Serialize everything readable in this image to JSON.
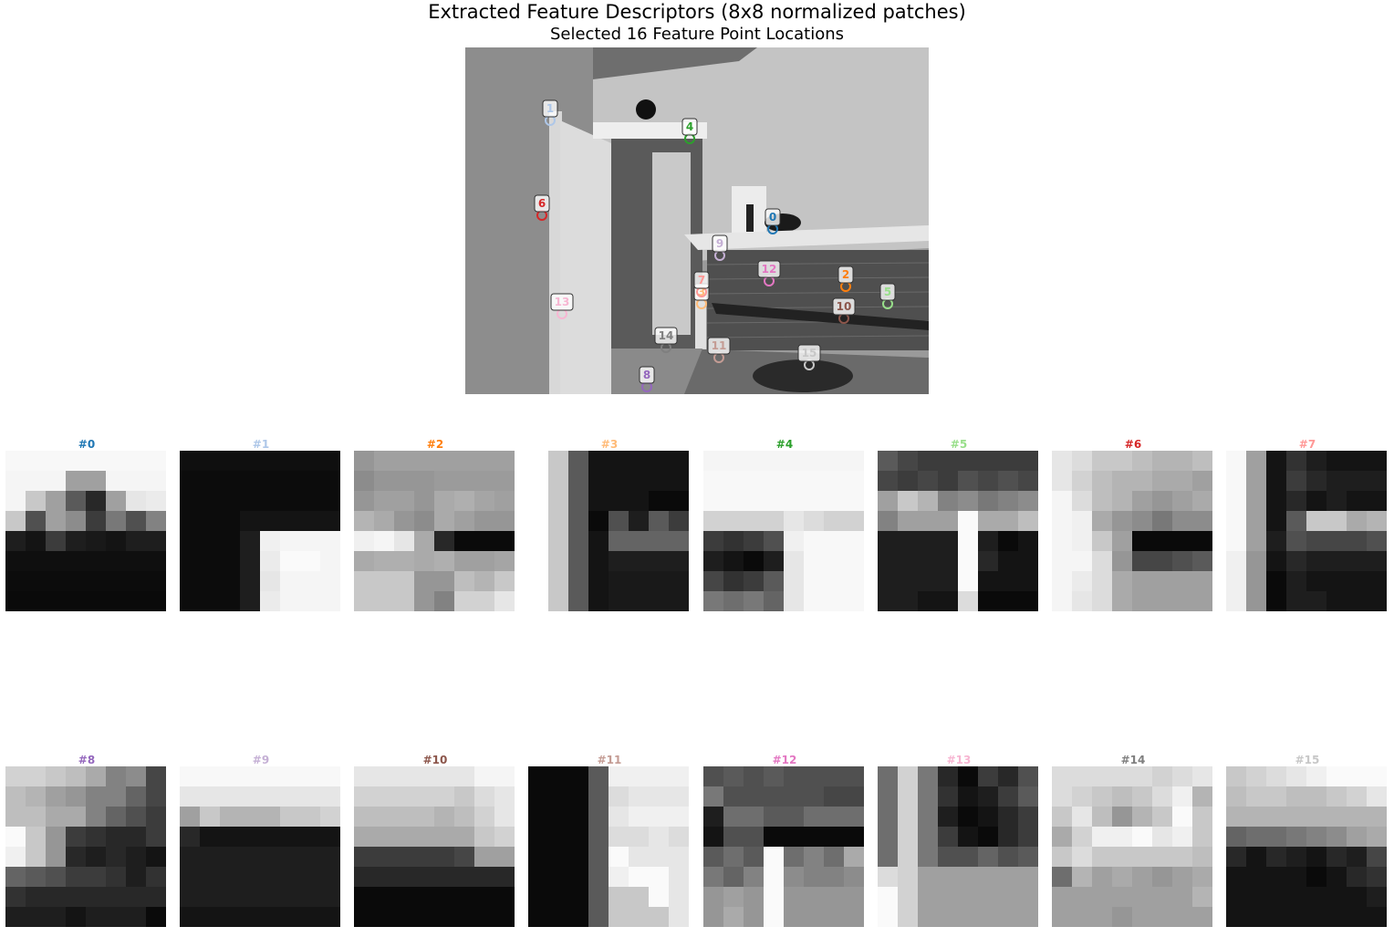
{
  "title": "Extracted Feature Descriptors (8x8 normalized patches)",
  "subtitle": "Selected 16 Feature Point Locations",
  "keypoints": [
    {
      "id": "0",
      "color": "#1f77b4"
    },
    {
      "id": "1",
      "color": "#aec7e8"
    },
    {
      "id": "2",
      "color": "#ff7f0e"
    },
    {
      "id": "3",
      "color": "#ffbb78"
    },
    {
      "id": "4",
      "color": "#2ca02c"
    },
    {
      "id": "5",
      "color": "#98df8a"
    },
    {
      "id": "6",
      "color": "#d62728"
    },
    {
      "id": "7",
      "color": "#ff9896"
    },
    {
      "id": "8",
      "color": "#9467bd"
    },
    {
      "id": "9",
      "color": "#c5b0d5"
    },
    {
      "id": "10",
      "color": "#8c564b"
    },
    {
      "id": "11",
      "color": "#c49c94"
    },
    {
      "id": "12",
      "color": "#e377c2"
    },
    {
      "id": "13",
      "color": "#f7b6d2"
    },
    {
      "id": "14",
      "color": "#7f7f7f"
    },
    {
      "id": "15",
      "color": "#c7c7c7"
    }
  ],
  "patches": [
    {
      "label": "#0",
      "color": "#1f77b4",
      "values": [
        [
          248,
          248,
          248,
          248,
          248,
          248,
          248,
          248
        ],
        [
          245,
          245,
          245,
          160,
          160,
          245,
          245,
          245
        ],
        [
          245,
          200,
          160,
          90,
          40,
          160,
          230,
          235
        ],
        [
          200,
          80,
          160,
          140,
          60,
          120,
          80,
          130
        ],
        [
          30,
          20,
          60,
          30,
          25,
          20,
          30,
          30
        ],
        [
          15,
          15,
          15,
          15,
          15,
          15,
          15,
          15
        ],
        [
          12,
          12,
          12,
          12,
          12,
          12,
          12,
          12
        ],
        [
          10,
          10,
          10,
          10,
          10,
          10,
          10,
          10
        ]
      ]
    },
    {
      "label": "#1",
      "color": "#aec7e8",
      "values": [
        [
          15,
          15,
          15,
          15,
          15,
          15,
          15,
          15
        ],
        [
          12,
          12,
          12,
          12,
          12,
          12,
          12,
          12
        ],
        [
          12,
          12,
          12,
          12,
          12,
          12,
          12,
          12
        ],
        [
          12,
          12,
          12,
          20,
          20,
          20,
          20,
          20
        ],
        [
          12,
          12,
          12,
          30,
          240,
          245,
          245,
          245
        ],
        [
          12,
          12,
          12,
          30,
          235,
          250,
          250,
          245
        ],
        [
          12,
          12,
          12,
          30,
          230,
          245,
          245,
          245
        ],
        [
          12,
          12,
          12,
          30,
          235,
          245,
          245,
          245
        ]
      ]
    },
    {
      "label": "#2",
      "color": "#ff7f0e",
      "values": [
        [
          150,
          160,
          160,
          160,
          160,
          160,
          160,
          160
        ],
        [
          140,
          150,
          150,
          150,
          155,
          155,
          155,
          155
        ],
        [
          150,
          160,
          160,
          150,
          170,
          175,
          165,
          160
        ],
        [
          180,
          170,
          150,
          140,
          170,
          160,
          150,
          150
        ],
        [
          240,
          245,
          230,
          170,
          40,
          10,
          10,
          10
        ],
        [
          170,
          175,
          175,
          170,
          175,
          160,
          160,
          165
        ],
        [
          200,
          200,
          200,
          150,
          150,
          190,
          180,
          200
        ],
        [
          200,
          200,
          200,
          150,
          130,
          210,
          210,
          230
        ]
      ]
    },
    {
      "label": "#3",
      "color": "#ffbb78",
      "values": [
        [
          255,
          200,
          90,
          20,
          20,
          20,
          20,
          20
        ],
        [
          255,
          200,
          90,
          20,
          20,
          20,
          20,
          20
        ],
        [
          255,
          200,
          90,
          20,
          20,
          20,
          10,
          10
        ],
        [
          255,
          200,
          90,
          10,
          80,
          30,
          90,
          60
        ],
        [
          255,
          200,
          90,
          20,
          100,
          100,
          100,
          100
        ],
        [
          255,
          200,
          90,
          20,
          30,
          30,
          30,
          30
        ],
        [
          255,
          200,
          90,
          20,
          25,
          25,
          25,
          25
        ],
        [
          255,
          200,
          90,
          20,
          25,
          25,
          25,
          25
        ]
      ]
    },
    {
      "label": "#4",
      "color": "#2ca02c",
      "values": [
        [
          245,
          245,
          245,
          245,
          245,
          245,
          245,
          245
        ],
        [
          248,
          248,
          248,
          248,
          248,
          248,
          248,
          248
        ],
        [
          248,
          248,
          248,
          248,
          248,
          248,
          248,
          248
        ],
        [
          210,
          210,
          210,
          210,
          230,
          220,
          210,
          210
        ],
        [
          60,
          50,
          60,
          80,
          240,
          248,
          248,
          248
        ],
        [
          30,
          20,
          10,
          30,
          230,
          248,
          248,
          248
        ],
        [
          70,
          50,
          60,
          90,
          230,
          248,
          248,
          248
        ],
        [
          120,
          110,
          120,
          100,
          230,
          248,
          248,
          248
        ]
      ]
    },
    {
      "label": "#5",
      "color": "#98df8a",
      "values": [
        [
          90,
          70,
          60,
          60,
          60,
          60,
          60,
          60
        ],
        [
          70,
          60,
          70,
          60,
          80,
          70,
          80,
          70
        ],
        [
          160,
          200,
          180,
          130,
          140,
          120,
          130,
          140
        ],
        [
          130,
          160,
          160,
          160,
          250,
          170,
          170,
          190
        ],
        [
          30,
          30,
          30,
          30,
          250,
          30,
          10,
          20
        ],
        [
          30,
          30,
          30,
          30,
          250,
          40,
          20,
          20
        ],
        [
          30,
          30,
          30,
          30,
          250,
          20,
          20,
          20
        ],
        [
          30,
          30,
          20,
          20,
          220,
          10,
          10,
          10
        ]
      ]
    },
    {
      "label": "#6",
      "color": "#d62728",
      "values": [
        [
          230,
          220,
          200,
          200,
          190,
          180,
          180,
          190
        ],
        [
          230,
          210,
          190,
          180,
          180,
          170,
          170,
          160
        ],
        [
          245,
          220,
          190,
          180,
          160,
          150,
          160,
          170
        ],
        [
          245,
          240,
          170,
          150,
          140,
          120,
          140,
          140
        ],
        [
          245,
          240,
          200,
          160,
          10,
          10,
          10,
          10
        ],
        [
          245,
          245,
          220,
          150,
          70,
          70,
          80,
          90
        ],
        [
          245,
          235,
          220,
          170,
          160,
          160,
          160,
          160
        ],
        [
          245,
          230,
          220,
          170,
          160,
          160,
          160,
          160
        ]
      ]
    },
    {
      "label": "#7",
      "color": "#ff9896",
      "values": [
        [
          248,
          160,
          20,
          50,
          30,
          20,
          20,
          20
        ],
        [
          248,
          160,
          20,
          60,
          40,
          30,
          30,
          30
        ],
        [
          248,
          160,
          20,
          40,
          20,
          30,
          20,
          20
        ],
        [
          248,
          160,
          20,
          90,
          200,
          200,
          170,
          180
        ],
        [
          248,
          160,
          30,
          80,
          70,
          70,
          70,
          80
        ],
        [
          240,
          150,
          20,
          40,
          30,
          30,
          30,
          30
        ],
        [
          240,
          150,
          10,
          30,
          20,
          20,
          20,
          20
        ],
        [
          240,
          150,
          10,
          30,
          30,
          20,
          20,
          20
        ]
      ]
    },
    {
      "label": "#8",
      "color": "#9467bd",
      "values": [
        [
          210,
          210,
          200,
          190,
          170,
          130,
          140,
          70
        ],
        [
          190,
          180,
          160,
          150,
          130,
          130,
          100,
          70
        ],
        [
          190,
          190,
          170,
          170,
          130,
          100,
          80,
          60
        ],
        [
          250,
          200,
          150,
          60,
          50,
          40,
          40,
          60
        ],
        [
          240,
          200,
          150,
          40,
          30,
          40,
          30,
          20
        ],
        [
          100,
          90,
          80,
          60,
          60,
          50,
          30,
          50
        ],
        [
          50,
          40,
          40,
          40,
          40,
          40,
          40,
          40
        ],
        [
          30,
          30,
          30,
          20,
          30,
          30,
          30,
          10
        ]
      ]
    },
    {
      "label": "#9",
      "color": "#c5b0d5",
      "values": [
        [
          248,
          248,
          248,
          248,
          248,
          248,
          248,
          248
        ],
        [
          230,
          230,
          230,
          230,
          230,
          230,
          230,
          230
        ],
        [
          160,
          200,
          180,
          180,
          180,
          200,
          200,
          210
        ],
        [
          40,
          20,
          20,
          20,
          20,
          20,
          20,
          20
        ],
        [
          30,
          30,
          30,
          30,
          30,
          30,
          30,
          30
        ],
        [
          30,
          30,
          30,
          30,
          30,
          30,
          30,
          30
        ],
        [
          30,
          30,
          30,
          30,
          30,
          30,
          30,
          30
        ],
        [
          20,
          20,
          20,
          20,
          20,
          20,
          20,
          20
        ]
      ]
    },
    {
      "label": "#10",
      "color": "#8c564b",
      "values": [
        [
          230,
          230,
          230,
          230,
          230,
          230,
          245,
          245
        ],
        [
          210,
          210,
          210,
          210,
          210,
          200,
          220,
          230
        ],
        [
          190,
          190,
          190,
          190,
          180,
          190,
          210,
          230
        ],
        [
          170,
          170,
          170,
          170,
          170,
          170,
          200,
          210
        ],
        [
          60,
          60,
          60,
          60,
          60,
          70,
          160,
          160
        ],
        [
          40,
          40,
          40,
          40,
          40,
          40,
          40,
          40
        ],
        [
          10,
          10,
          10,
          10,
          10,
          10,
          10,
          10
        ],
        [
          10,
          10,
          10,
          10,
          10,
          10,
          10,
          10
        ]
      ]
    },
    {
      "label": "#11",
      "color": "#c49c94",
      "values": [
        [
          10,
          10,
          10,
          90,
          240,
          240,
          240,
          240
        ],
        [
          10,
          10,
          10,
          90,
          220,
          230,
          230,
          230
        ],
        [
          10,
          10,
          10,
          90,
          230,
          240,
          240,
          240
        ],
        [
          10,
          10,
          10,
          90,
          220,
          220,
          230,
          220
        ],
        [
          10,
          10,
          10,
          90,
          250,
          230,
          230,
          230
        ],
        [
          10,
          10,
          10,
          90,
          240,
          250,
          250,
          230
        ],
        [
          10,
          10,
          10,
          90,
          200,
          200,
          250,
          230
        ],
        [
          10,
          10,
          10,
          90,
          200,
          200,
          200,
          230
        ]
      ]
    },
    {
      "label": "#12",
      "color": "#e377c2",
      "values": [
        [
          80,
          90,
          80,
          90,
          80,
          80,
          80,
          80
        ],
        [
          120,
          80,
          80,
          80,
          80,
          80,
          70,
          70
        ],
        [
          30,
          110,
          110,
          90,
          90,
          110,
          110,
          110
        ],
        [
          20,
          80,
          80,
          10,
          10,
          10,
          10,
          10
        ],
        [
          90,
          110,
          90,
          250,
          110,
          130,
          110,
          170
        ],
        [
          120,
          100,
          130,
          250,
          140,
          130,
          130,
          140
        ],
        [
          150,
          160,
          150,
          250,
          150,
          150,
          150,
          150
        ],
        [
          150,
          170,
          150,
          250,
          150,
          150,
          150,
          150
        ]
      ]
    },
    {
      "label": "#13",
      "color": "#f7b6d2",
      "values": [
        [
          110,
          210,
          120,
          40,
          10,
          60,
          40,
          80
        ],
        [
          110,
          210,
          120,
          50,
          20,
          30,
          60,
          90
        ],
        [
          110,
          210,
          120,
          30,
          10,
          20,
          40,
          60
        ],
        [
          110,
          210,
          120,
          60,
          20,
          10,
          40,
          60
        ],
        [
          110,
          210,
          120,
          80,
          80,
          100,
          80,
          90
        ],
        [
          220,
          210,
          160,
          160,
          160,
          160,
          160,
          160
        ],
        [
          250,
          210,
          160,
          160,
          160,
          160,
          160,
          160
        ],
        [
          250,
          210,
          160,
          160,
          160,
          160,
          160,
          160
        ]
      ]
    },
    {
      "label": "#14",
      "color": "#7f7f7f",
      "values": [
        [
          220,
          220,
          220,
          220,
          220,
          210,
          220,
          230
        ],
        [
          220,
          210,
          200,
          190,
          200,
          220,
          240,
          180
        ],
        [
          200,
          230,
          190,
          150,
          180,
          200,
          250,
          200
        ],
        [
          170,
          210,
          240,
          240,
          250,
          230,
          240,
          200
        ],
        [
          200,
          220,
          200,
          200,
          200,
          200,
          200,
          190
        ],
        [
          110,
          180,
          160,
          170,
          160,
          150,
          160,
          170
        ],
        [
          160,
          160,
          160,
          160,
          160,
          160,
          160,
          180
        ],
        [
          160,
          160,
          160,
          150,
          160,
          160,
          160,
          160
        ]
      ]
    },
    {
      "label": "#15",
      "color": "#c7c7c7",
      "values": [
        [
          200,
          210,
          220,
          230,
          240,
          250,
          250,
          250
        ],
        [
          190,
          200,
          200,
          190,
          190,
          200,
          210,
          230
        ],
        [
          180,
          180,
          180,
          180,
          180,
          180,
          180,
          180
        ],
        [
          100,
          110,
          110,
          120,
          130,
          140,
          160,
          170
        ],
        [
          40,
          20,
          40,
          30,
          20,
          40,
          30,
          70
        ],
        [
          20,
          20,
          20,
          20,
          10,
          20,
          40,
          50
        ],
        [
          20,
          20,
          20,
          20,
          20,
          20,
          20,
          30
        ],
        [
          20,
          20,
          20,
          20,
          20,
          20,
          20,
          20
        ]
      ]
    }
  ]
}
